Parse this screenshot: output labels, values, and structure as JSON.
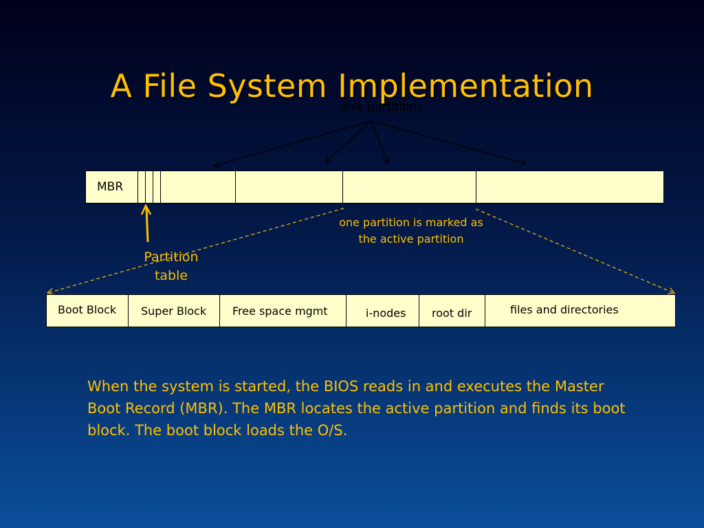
{
  "slide": {
    "title": "A File System Implementation",
    "disk_partitions_label": "disk partitions",
    "partition_table_label": "Partition table",
    "active_note": "one partition is marked as the active partition",
    "body_text": "When the system is started, the BIOS reads in and executes the Master Boot Record (MBR). The MBR locates the active partition and finds its boot block. The boot block loads the O/S."
  },
  "disk": {
    "mbr_label": "MBR"
  },
  "partition": {
    "segments": [
      "Boot Block",
      "Super Block",
      "Free space mgmt",
      "i-nodes",
      "root dir",
      "files and directories"
    ]
  },
  "colors": {
    "title": "#ffc000",
    "annotation": "#ffc000",
    "box_fill": "#ffffcc",
    "background_top": "#00001a",
    "background_bottom": "#0a4f9c"
  }
}
